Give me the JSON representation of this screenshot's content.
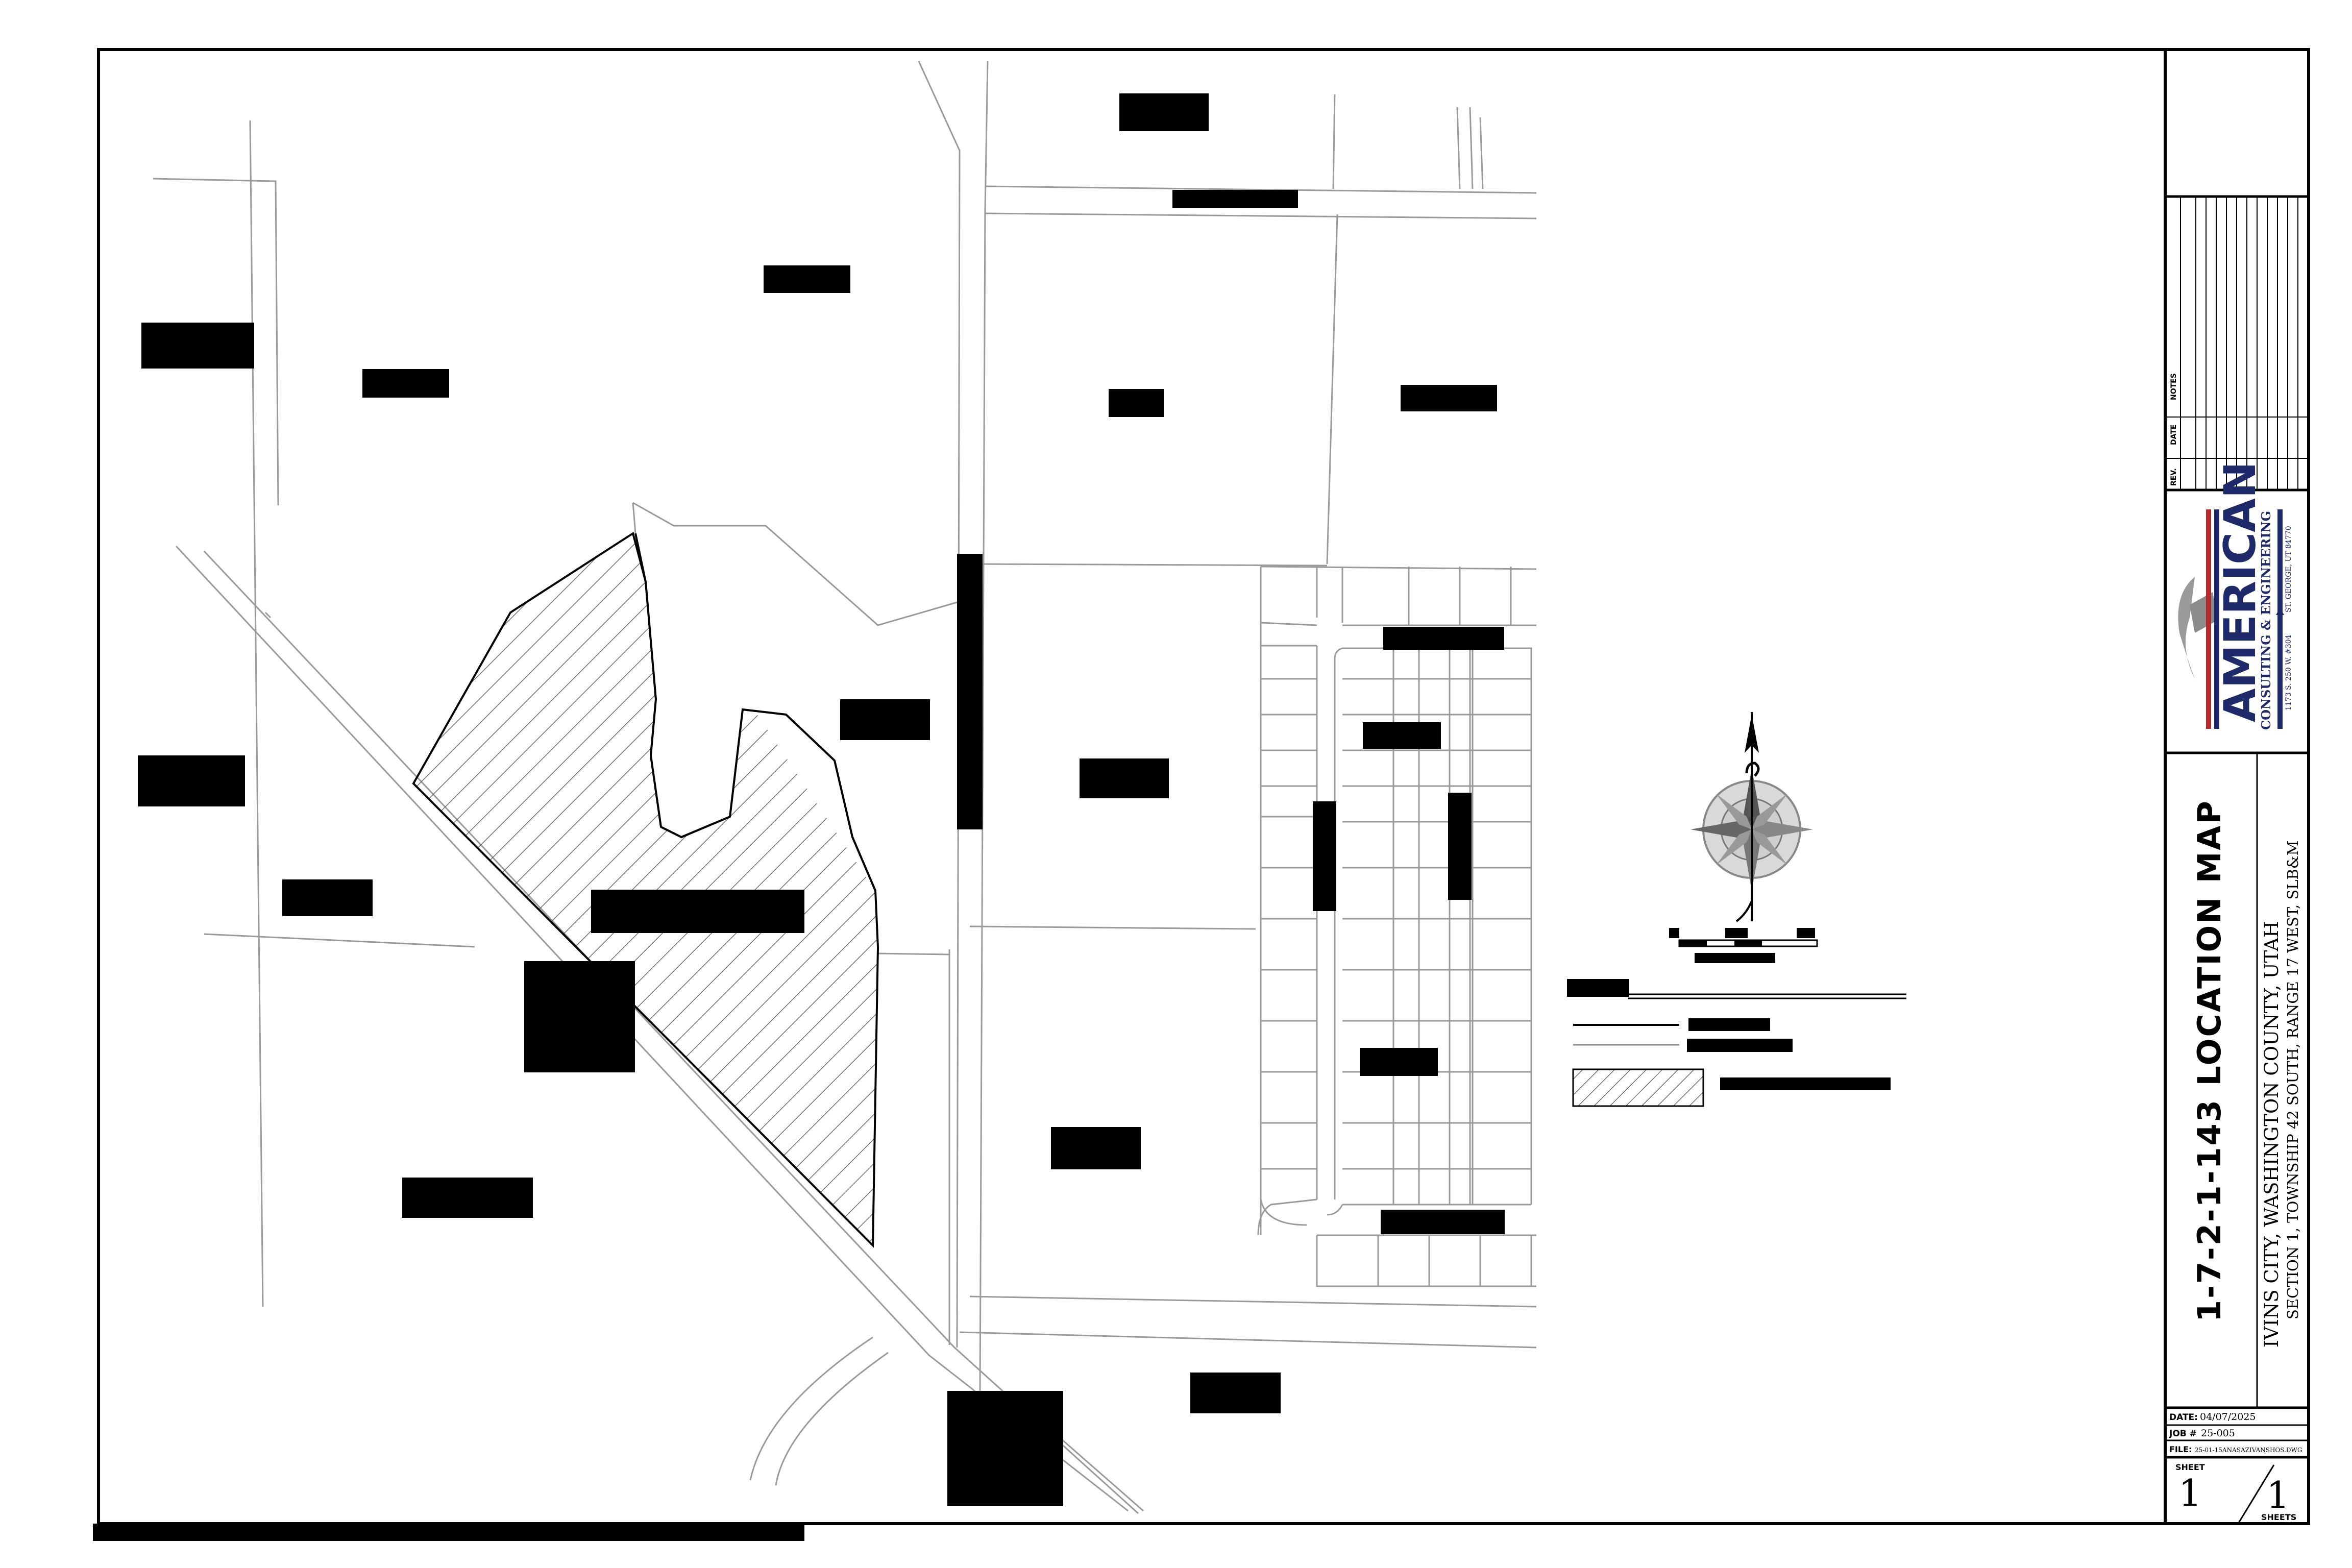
{
  "title_block": {
    "map_title": "1-7-2-1-143 LOCATION MAP",
    "subtitle_line1": "IVINS CITY, WASHINGTON COUNTY, UTAH",
    "subtitle_line2": "SECTION 1, TOWNSHIP 42 SOUTH, RANGE 17 WEST, SLB&M",
    "revision_headers": {
      "rev": "REV.",
      "date": "DATE",
      "notes": "NOTES"
    },
    "company": {
      "name": "AMERICAN",
      "tagline": "CONSULTING & ENGINEERING",
      "address": "1173 S. 250 W. #304",
      "city": "ST. GEORGE, UT 84770",
      "colors": {
        "navy": "#1f2a6b",
        "red": "#b32c2c",
        "grey": "#8c8c8c"
      }
    },
    "date_label": "DATE:",
    "date_value": "04/07/2025",
    "job_label": "JOB #",
    "job_value": "25-005",
    "file_label": "FILE:",
    "file_value": "25-01-15ANASAZIVANSHOS.DWG",
    "sheet_label": "SHEET",
    "sheet_number": "1",
    "sheets_label": "SHEETS",
    "sheets_total": "1"
  },
  "legend": {
    "icons": [
      "north-arrow-icon",
      "compass-rose-icon",
      "hatch-swatch-icon"
    ]
  },
  "map": {
    "colors": {
      "line": "#9a9a9a",
      "boundary": "#000000",
      "redaction": "#000000",
      "hatch": "#555555"
    }
  }
}
